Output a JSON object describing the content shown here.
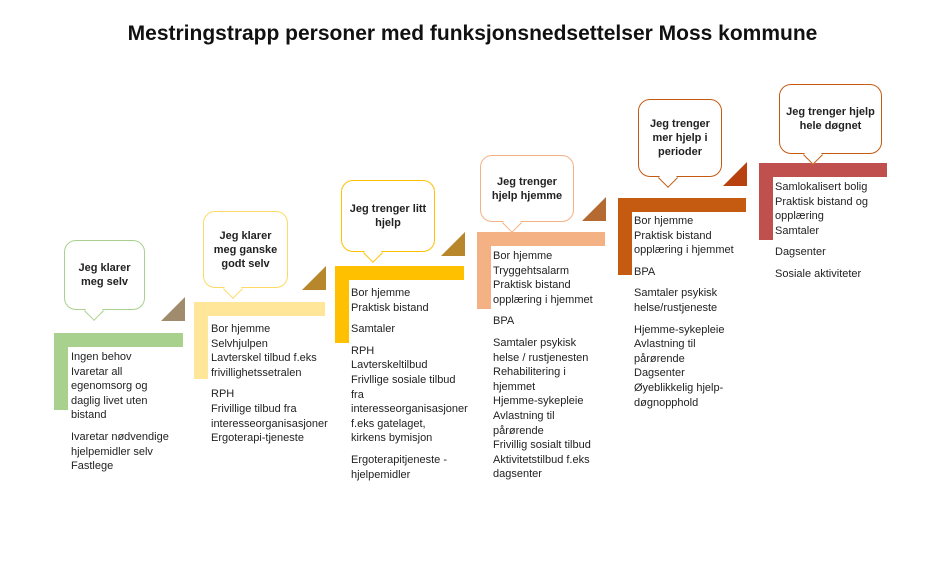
{
  "title": "Mestringstrapp personer med funksjonsnedsettelser Moss kommune",
  "colors": {
    "step1": "#a9d18e",
    "step2": "#ffe699",
    "step3": "#ffc000",
    "step4": "#f4b183",
    "step5": "#c55a11",
    "step6": "#c0504d",
    "triangle1": "#a08c6c",
    "triangle2": "#b8862b",
    "triangle3": "#b8862b",
    "triangle4": "#b56a32",
    "triangle5": "#b8420f",
    "bubble1": "#a9d18e",
    "bubble2": "#ffd966",
    "bubble3": "#ffc000",
    "bubble4": "#f4b183",
    "bubble5": "#c55a11",
    "bubble6": "#c55a11"
  },
  "steps": [
    {
      "bubble": "Jeg klarer meg selv",
      "groups": [
        "Ingen behov\nIvaretar all egenomsorg og daglig livet uten bistand",
        "Ivaretar nødvendige hjelpemidler selv\nFastlege"
      ]
    },
    {
      "bubble": "Jeg klarer meg ganske godt selv",
      "groups": [
        "Bor hjemme\nSelvhjulpen\nLavterskel tilbud f.eks frivillighetssetralen",
        "RPH\nFrivillige tilbud fra interesseorganisasjoner\nErgoterapi-tjeneste"
      ]
    },
    {
      "bubble": "Jeg trenger litt hjelp",
      "groups": [
        "Bor hjemme\nPraktisk bistand",
        "Samtaler",
        "RPH\nLavterskeltilbud\nFrivllige sosiale tilbud fra interesseorganisasjoner f.eks gatelaget, kirkens bymisjon",
        "Ergoterapitjeneste - hjelpemidler"
      ]
    },
    {
      "bubble": "Jeg trenger hjelp hjemme",
      "groups": [
        "Bor hjemme\nTryggehtsalarm\nPraktisk bistand opplæring i hjemmet",
        "BPA",
        "Samtaler psykisk helse / rustjenesten\nRehabilitering i hjemmet\nHjemme-sykepleie\nAvlastning til pårørende\nFrivillig sosialt tilbud\nAktivitetstilbud f.eks dagsenter"
      ]
    },
    {
      "bubble": "Jeg trenger mer hjelp i perioder",
      "groups": [
        "Bor hjemme\nPraktisk bistand opplæring i hjemmet",
        "BPA",
        "Samtaler psykisk helse/rustjeneste",
        "Hjemme-sykepleie\nAvlastning til pårørende\nDagsenter\nØyeblikkelig hjelp-døgnopphold"
      ]
    },
    {
      "bubble": "Jeg trenger hjelp hele døgnet",
      "groups": [
        "Samlokalisert bolig\nPraktisk bistand og opplæring\nSamtaler",
        "Dagsenter",
        "Sosiale aktiviteter"
      ]
    }
  ]
}
